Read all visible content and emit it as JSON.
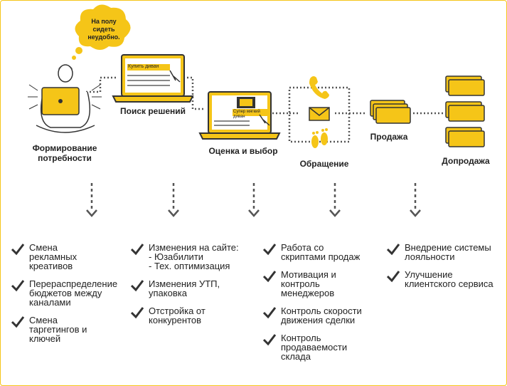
{
  "bubble": {
    "text": "На полу сидеть неудобно."
  },
  "screens": {
    "search": "Купить диван",
    "eval": "Супер мягкий диван"
  },
  "stages": [
    {
      "label": "Формирование потребности"
    },
    {
      "label": "Поиск решений"
    },
    {
      "label": "Оценка и выбор"
    },
    {
      "label": "Обращение"
    },
    {
      "label": "Продажа"
    },
    {
      "label": "Допродажа"
    }
  ],
  "columns": [
    {
      "items": [
        "Смена\nрекламных\nкреативов",
        "Перераспределение\nбюджетов между\nканалами",
        "Смена\nтаргетингов и\nключей"
      ]
    },
    {
      "items": [
        "Изменения на сайте:\n  - Юзабилити\n  - Тех. оптимизация",
        "Изменения УТП,\nупаковка",
        "Отстройка от\nконкурентов"
      ]
    },
    {
      "items": [
        "Работа со\nскриптами продаж",
        "Мотивация и\nконтроль\nменеджеров",
        "Контроль скорости\nдвижения сделки",
        "Контроль\nпродаваемости\nсклада"
      ]
    },
    {
      "items": [
        "Внедрение системы\nлояльности",
        "Улучшение\nклиентского сервиса"
      ]
    }
  ],
  "colors": {
    "accent": "#f5c518",
    "dark": "#333333",
    "line": "#555555"
  }
}
